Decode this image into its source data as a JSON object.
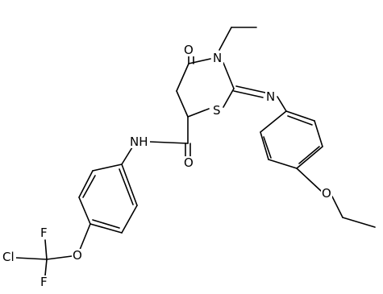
{
  "structure": {
    "atom_labels": {
      "O_ketone": "O",
      "N_ring": "N",
      "N_imine": "N",
      "S_ring": "S",
      "NH_amide": "NH",
      "O_amide": "O",
      "O_ether_right": "O",
      "O_ether_left": "O",
      "Cl": "Cl",
      "F_top": "F",
      "F_bottom": "F"
    }
  }
}
